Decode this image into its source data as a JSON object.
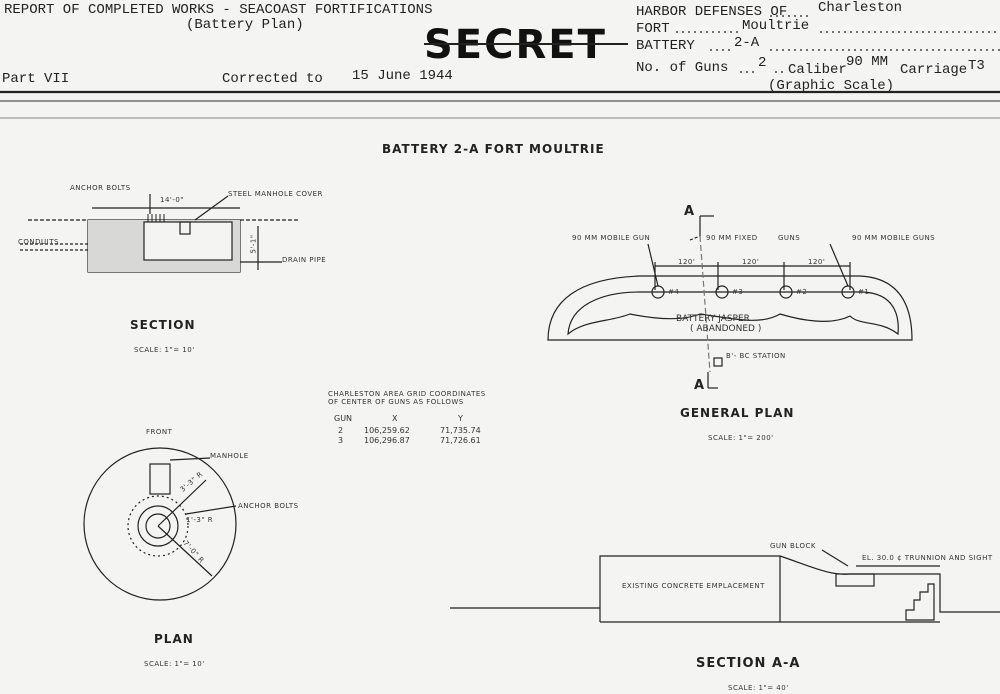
{
  "header": {
    "report_title": "REPORT OF COMPLETED WORKS - SEACOAST FORTIFICATIONS",
    "plan_type": "(Battery Plan)",
    "part": "Part VII",
    "corrected_label": "Corrected to",
    "corrected_date": "15 June 1944",
    "classification": "SECRET",
    "harbor_label": "HARBOR DEFENSES OF",
    "harbor_value": "Charleston",
    "fort_label": "FORT",
    "fort_value": "Moultrie",
    "battery_label": "BATTERY",
    "battery_value": "2-A",
    "guns_label": "No. of Guns",
    "guns_value": "2",
    "caliber_label": "Caliber",
    "caliber_value": "90 MM",
    "carriage_label": "Carriage",
    "carriage_value": "T3",
    "scale_note": "(Graphic Scale)"
  },
  "drawing": {
    "title": "BATTERY 2-A FORT MOULTRIE",
    "section": {
      "anchor_bolts": "ANCHOR BOLTS",
      "width_dim": "14'-0\"",
      "manhole_cover": "STEEL MANHOLE COVER",
      "conduits": "CONDUITS",
      "depth_dim": "5'-1\"",
      "drain_pipe": "DRAIN PIPE",
      "title": "SECTION",
      "scale": "SCALE: 1\"= 10'"
    },
    "plan": {
      "front": "FRONT",
      "manhole": "MANHOLE",
      "anchor_bolts": "ANCHOR BOLTS",
      "radius_outer": "7'-0\" R",
      "radius_mid": "3'-3\" R",
      "radius_inner": "1'-3\" R",
      "title": "PLAN",
      "scale": "SCALE: 1\"= 10'"
    },
    "coordinates": {
      "heading_line1": "CHARLESTON AREA GRID COORDINATES",
      "heading_line2": "OF CENTER OF GUNS AS FOLLOWS",
      "col_gun": "GUN",
      "col_x": "X",
      "col_y": "Y",
      "rows": [
        {
          "gun": "2",
          "x": "106,259.62",
          "y": "71,735.74"
        },
        {
          "gun": "3",
          "x": "106,296.87",
          "y": "71,726.61"
        }
      ]
    },
    "general_plan": {
      "section_mark_top": "A",
      "section_mark_bottom": "A",
      "mobile_gun_left": "90 MM MOBILE GUN",
      "fixed": "90 MM FIXED",
      "guns": "GUNS",
      "mobile_gun_right": "90 MM MOBILE GUNS",
      "spacing": [
        "120'",
        "120'",
        "120'"
      ],
      "gun_numbers": [
        "#4",
        "#3",
        "#2",
        "#1"
      ],
      "battery_name": "BATTERY JASPER",
      "abandoned": "( ABANDONED )",
      "station": "B'- BC STATION",
      "title": "GENERAL PLAN",
      "scale": "SCALE: 1\"= 200'"
    },
    "section_aa": {
      "gun_block": "GUN BLOCK",
      "elevation": "EL. 30.0 ¢ TRUNNION AND SIGHT",
      "existing": "EXISTING CONCRETE EMPLACEMENT",
      "title": "SECTION A-A",
      "scale": "SCALE: 1\"= 40'"
    }
  }
}
